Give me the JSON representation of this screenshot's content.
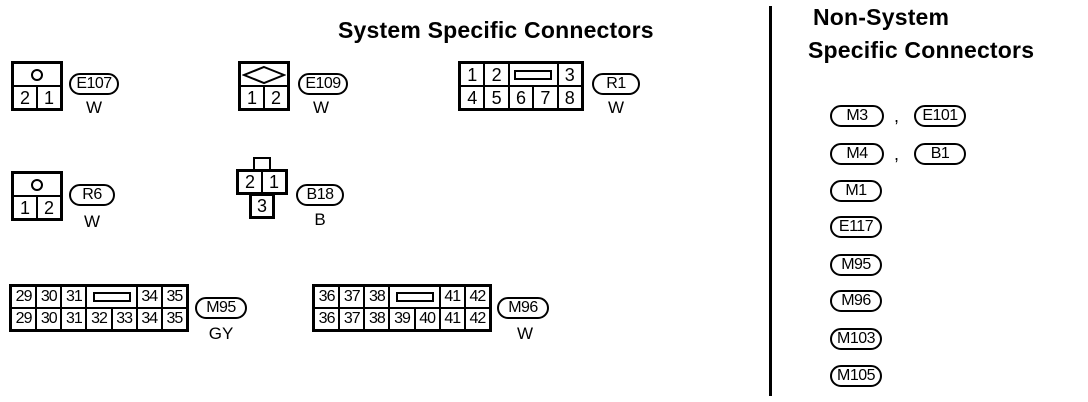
{
  "title": "System Specific Connectors",
  "nonsystem_title_line1": "Non-System",
  "nonsystem_title_line2": "Specific Connectors",
  "connectors": {
    "e107": {
      "id": "E107",
      "color": "W",
      "pins": [
        "2",
        "1"
      ]
    },
    "e109": {
      "id": "E109",
      "color": "W",
      "pins": [
        "1",
        "2"
      ]
    },
    "r1": {
      "id": "R1",
      "color": "W",
      "top_pins": [
        "1",
        "2",
        "3"
      ],
      "bottom_pins": [
        "4",
        "5",
        "6",
        "7",
        "8"
      ]
    },
    "r6": {
      "id": "R6",
      "color": "W",
      "pins": [
        "1",
        "2"
      ]
    },
    "b18": {
      "id": "B18",
      "color": "B",
      "top_pins": [
        "2",
        "1"
      ],
      "bottom_pins": [
        "3"
      ]
    },
    "m95": {
      "id": "M95",
      "color": "GY",
      "top_pins": [
        "29",
        "30",
        "31",
        "34",
        "35"
      ],
      "bottom_pins": [
        "29",
        "30",
        "31",
        "32",
        "33",
        "34",
        "35"
      ]
    },
    "m96": {
      "id": "M96",
      "color": "W",
      "top_pins": [
        "36",
        "37",
        "38",
        "41",
        "42"
      ],
      "bottom_pins": [
        "36",
        "37",
        "38",
        "39",
        "40",
        "41",
        "42"
      ]
    }
  },
  "nonsystem": {
    "row1": [
      "M3",
      "E101"
    ],
    "row2": [
      "M4",
      "B1"
    ],
    "others": [
      "M1",
      "E117",
      "M95",
      "M96",
      "M103",
      "M105"
    ],
    "separator": ","
  }
}
